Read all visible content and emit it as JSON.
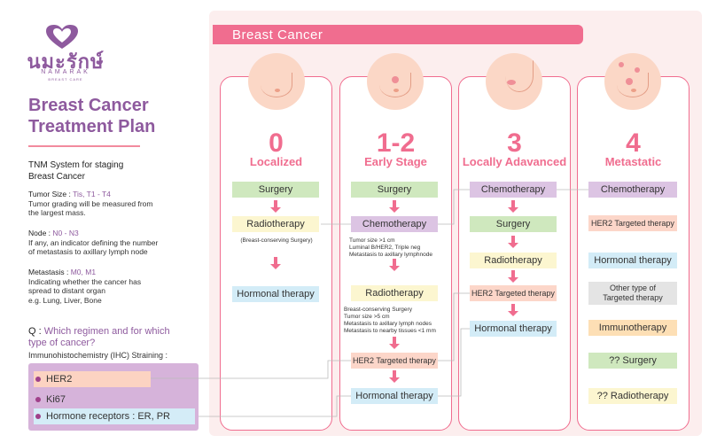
{
  "logo": {
    "name": "นมะรักษ์",
    "sub": "NAMARAK",
    "tiny": "BREAST CARE"
  },
  "title": {
    "line1": "Breast Cancer",
    "line2": "Treatment Plan"
  },
  "tnm": {
    "heading1": "TNM System for staging",
    "heading2": "Breast Cancer"
  },
  "tumor": {
    "key": "Tumor Size : ",
    "val": "Tis, T1 - T4",
    "desc1": "Tumor grading will be measured from",
    "desc2": "the largest mass."
  },
  "node": {
    "key": "Node : ",
    "val": "N0 - N3",
    "desc1": "If any, an indicator defining the number",
    "desc2": "of metastasis to axillary lymph node"
  },
  "metastasis": {
    "key": "Metastasis : ",
    "val": "M0, M1",
    "desc1": "Indicating whether the cancer has",
    "desc2": "spread to distant organ",
    "desc3": "e.g. Lung, Liver, Bone"
  },
  "question": {
    "label": "Q : ",
    "text1": "Which regimen and for which",
    "text2": "type of cancer?"
  },
  "ihc": {
    "text": "Immunohistochemistry (IHC) Straining :",
    "her2": "HER2",
    "ki67": "Ki67",
    "hormone": "Hormone receptors : ER, PR"
  },
  "header": {
    "title": "Breast Cancer"
  },
  "stages": [
    {
      "num": "0",
      "name": "Localized",
      "surgery": "Surgery",
      "radiotherapy": "Radiotherapy",
      "note": "(Breast-conserving Surgery)",
      "hormonal": "Hormonal therapy"
    },
    {
      "num": "1-2",
      "name": "Early Stage",
      "surgery": "Surgery",
      "chemo": "Chemotherapy",
      "note1": "Tumor size >1 cm",
      "note2": "Luminal B/HER2, Triple neg",
      "note3": "Metastasis to axillary lymphnode",
      "radiotherapy": "Radiotherapy",
      "note4": "Breast-conserving Surgery",
      "note5": "Tumor size >5 cm",
      "note6": "Metastasis to axillary lymph nodes",
      "note7": "Metastasis to nearby tissues <1 mm",
      "her2": "HER2 Targeted therapy",
      "hormonal": "Hormonal therapy"
    },
    {
      "num": "3",
      "name": "Locally Adavanced",
      "chemo": "Chemotherapy",
      "surgery": "Surgery",
      "radiotherapy": "Radiotherapy",
      "her2": "HER2 Targeted therapy",
      "hormonal": "Hormonal therapy"
    },
    {
      "num": "4",
      "name": "Metastatic",
      "chemo": "Chemotherapy",
      "her2": "HER2 Targeted therapy",
      "hormonal": "Hormonal therapy",
      "other1": "Other type of",
      "other2": "Targeted therapy",
      "immuno": "Immunotherapy",
      "surgery": "?? Surgery",
      "radiotherapy": "?? Radiotherapy"
    }
  ],
  "colors": {
    "accent": "#f06d8f",
    "purple": "#8e5a9e",
    "panel": "#fceeee"
  }
}
